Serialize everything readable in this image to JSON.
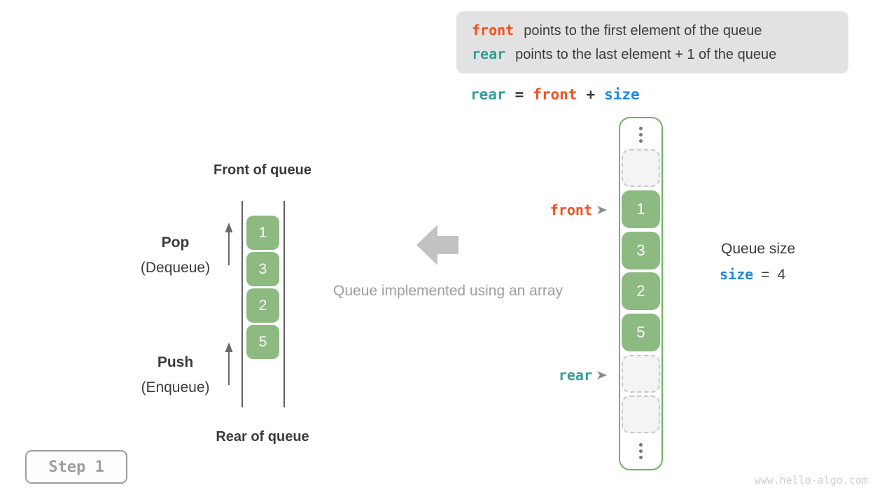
{
  "colors": {
    "front_accent": "#F4511E",
    "rear_accent": "#339D9A",
    "size_accent": "#1E88E5",
    "cell_green": "#8CBA80",
    "container_border_green": "#6FB35F",
    "info_box_bg": "#E2E2E2",
    "muted_gray": "#9E9E9E"
  },
  "info_box": {
    "lines": [
      {
        "keyword": "front",
        "description": "points to the first element of the queue"
      },
      {
        "keyword": "rear",
        "description": "points to the last element + 1 of the queue"
      }
    ]
  },
  "formula": {
    "lhs": "rear",
    "equals": "=",
    "operand1": "front",
    "plus": "+",
    "operand2": "size"
  },
  "left_diagram": {
    "front_label": "Front of queue",
    "rear_label": "Rear of queue",
    "pop_label": "Pop",
    "pop_sublabel": "(Dequeue)",
    "push_label": "Push",
    "push_sublabel": "(Enqueue)",
    "cells": [
      "1",
      "3",
      "2",
      "5"
    ]
  },
  "center_caption": "Queue implemented using an array",
  "right_diagram": {
    "front_pointer_label": "front",
    "rear_pointer_label": "rear",
    "cells": [
      {
        "type": "empty",
        "value": ""
      },
      {
        "type": "filled",
        "value": "1"
      },
      {
        "type": "filled",
        "value": "3"
      },
      {
        "type": "filled",
        "value": "2"
      },
      {
        "type": "filled",
        "value": "5"
      },
      {
        "type": "empty",
        "value": ""
      },
      {
        "type": "empty",
        "value": ""
      }
    ],
    "icons": {
      "top": "vertical-ellipsis",
      "bottom": "vertical-ellipsis"
    }
  },
  "queue_size_panel": {
    "title": "Queue size",
    "variable": "size",
    "equals": "=",
    "value": "4"
  },
  "step_badge": {
    "label": "Step 1"
  },
  "watermark": "www.hello-algo.com"
}
